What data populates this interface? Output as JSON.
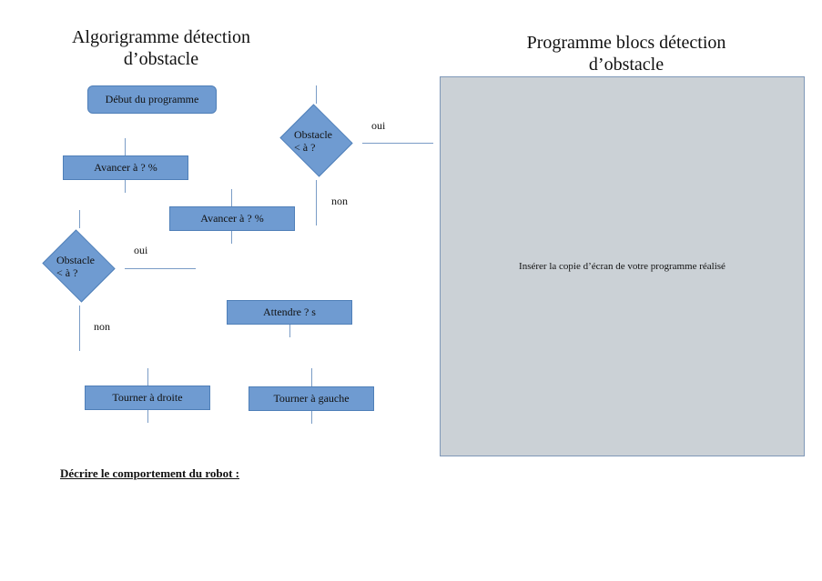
{
  "left_title": {
    "line1": "Algorigramme détection",
    "line2": "d’obstacle"
  },
  "right_title": {
    "line1": "Programme blocs détection",
    "line2": "d’obstacle"
  },
  "flowchart": {
    "start": "Début du programme",
    "advance1": "Avancer à ? %",
    "advance2": "Avancer à ? %",
    "obstacle_top": {
      "line1": "Obstacle",
      "line2": "< à ?"
    },
    "obstacle_left": {
      "line1": "Obstacle",
      "line2": "< à ?"
    },
    "yes_top": "oui",
    "no_top": "non",
    "yes_left": "oui",
    "no_left": "non",
    "wait": "Attendre ? s",
    "turn_right": "Tourner à droite",
    "turn_left": "Tourner à gauche"
  },
  "panel": {
    "text": "Insérer la copie d’écran de votre programme réalisé"
  },
  "describe": "Décrire le comportement du robot : "
}
